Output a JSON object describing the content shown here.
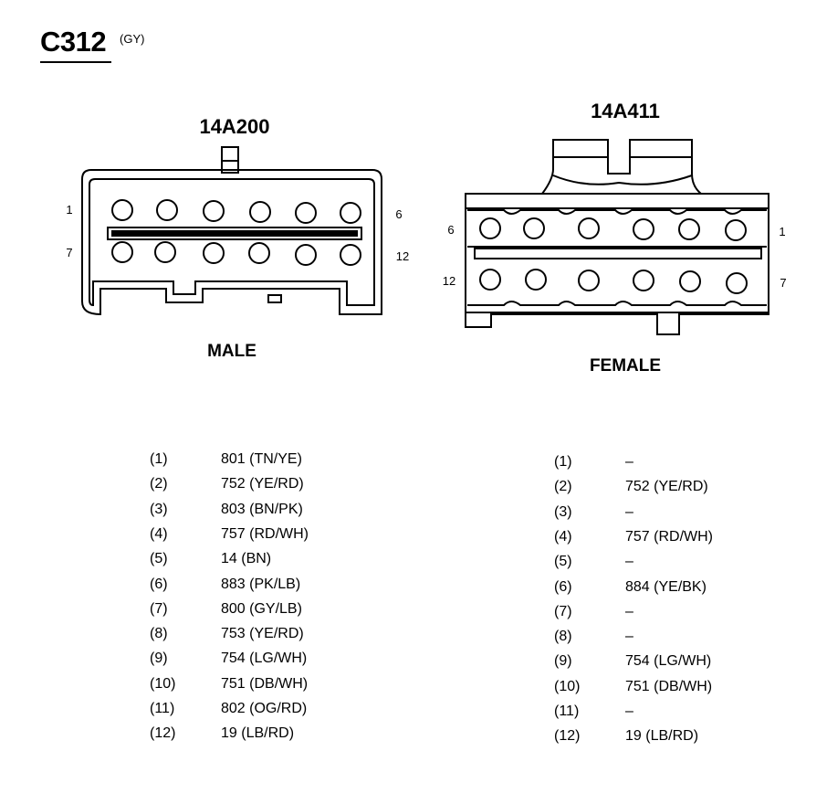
{
  "connector": {
    "id": "C312",
    "color": "(GY)"
  },
  "male": {
    "part_number": "14A200",
    "label": "MALE",
    "pin_labels": {
      "top_left": "1",
      "bottom_left": "7",
      "top_right": "6",
      "bottom_right": "12"
    },
    "pins": [
      {
        "num": "(1)",
        "wire": "801 (TN/YE)"
      },
      {
        "num": "(2)",
        "wire": "752 (YE/RD)"
      },
      {
        "num": "(3)",
        "wire": "803 (BN/PK)"
      },
      {
        "num": "(4)",
        "wire": "757 (RD/WH)"
      },
      {
        "num": "(5)",
        "wire": "14 (BN)"
      },
      {
        "num": "(6)",
        "wire": "883 (PK/LB)"
      },
      {
        "num": "(7)",
        "wire": "800 (GY/LB)"
      },
      {
        "num": "(8)",
        "wire": "753 (YE/RD)"
      },
      {
        "num": "(9)",
        "wire": "754 (LG/WH)"
      },
      {
        "num": "(10)",
        "wire": "751 (DB/WH)"
      },
      {
        "num": "(11)",
        "wire": "802 (OG/RD)"
      },
      {
        "num": "(12)",
        "wire": "19 (LB/RD)"
      }
    ]
  },
  "female": {
    "part_number": "14A411",
    "label": "FEMALE",
    "pin_labels": {
      "top_left": "6",
      "bottom_left": "12",
      "top_right": "1",
      "bottom_right": "7"
    },
    "pins": [
      {
        "num": "(1)",
        "wire": "–"
      },
      {
        "num": "(2)",
        "wire": "752 (YE/RD)"
      },
      {
        "num": "(3)",
        "wire": "–"
      },
      {
        "num": "(4)",
        "wire": "757 (RD/WH)"
      },
      {
        "num": "(5)",
        "wire": "–"
      },
      {
        "num": "(6)",
        "wire": "884 (YE/BK)"
      },
      {
        "num": "(7)",
        "wire": "–"
      },
      {
        "num": "(8)",
        "wire": "–"
      },
      {
        "num": "(9)",
        "wire": "754 (LG/WH)"
      },
      {
        "num": "(10)",
        "wire": "751 (DB/WH)"
      },
      {
        "num": "(11)",
        "wire": "–"
      },
      {
        "num": "(12)",
        "wire": "19 (LB/RD)"
      }
    ]
  }
}
